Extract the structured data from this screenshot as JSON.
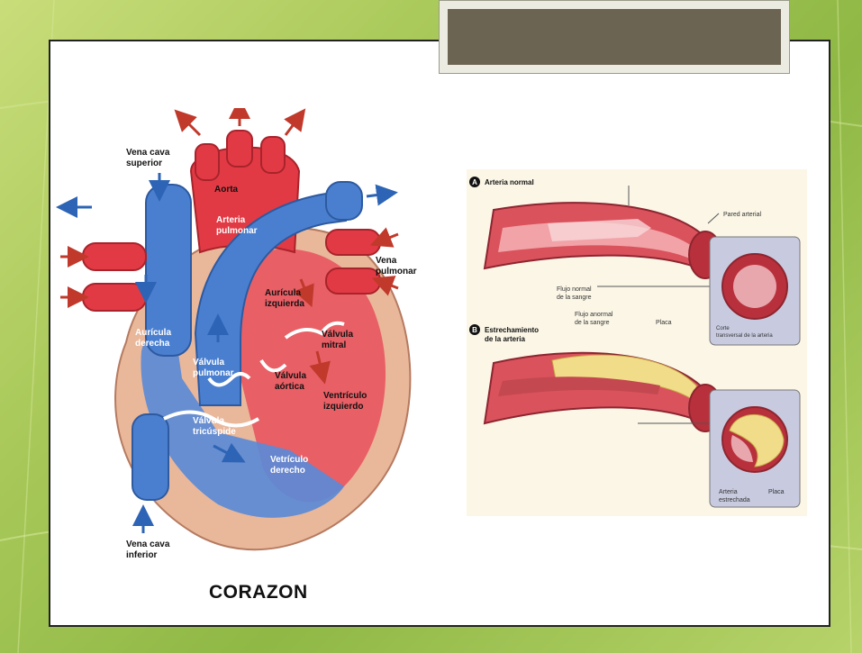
{
  "heart_diagram": {
    "labels": {
      "vena_cava_superior": [
        "Vena cava",
        "superior"
      ],
      "aorta": "Aorta",
      "arteria_pulmonar": [
        "Arteria",
        "pulmonar"
      ],
      "vena_pulmonar": [
        "Vena",
        "pulmonar"
      ],
      "auricula_izquierda": [
        "Aurícula",
        "izquierda"
      ],
      "auricula_derecha": [
        "Aurícula",
        "derecha"
      ],
      "valvula_mitral": [
        "Válvula",
        "mitral"
      ],
      "valvula_pulmonar": [
        "Válvula",
        "pulmonar"
      ],
      "valvula_aortica": [
        "Válvula",
        "aórtica"
      ],
      "ventriculo_izquierdo": [
        "Ventrículo",
        "izquierdo"
      ],
      "valvula_tricuspide": [
        "Válvula",
        "tricúspide"
      ],
      "ventriculo_derecho": [
        "Vetrículo",
        "derecho"
      ],
      "vena_cava_inferior": [
        "Vena cava",
        "inferior"
      ]
    },
    "caption": "CORAZON"
  },
  "artery_diagram": {
    "panel_a_title": "Arteria normal",
    "panel_a_badge": "A",
    "pared_arterial": "Pared arterial",
    "flujo_normal": [
      "Flujo normal",
      "de la sangre"
    ],
    "corte": [
      "Corte",
      "transversal de la arteria"
    ],
    "panel_b_title": [
      "Estrechamiento",
      "de la arteria"
    ],
    "panel_b_badge": "B",
    "flujo_anormal": [
      "Flujo anormal",
      "de la sangre"
    ],
    "placa_top": "Placa",
    "arteria_estrechada": [
      "Arteria",
      "estrechada"
    ],
    "placa_bottom": "Placa"
  },
  "colors": {
    "background_green": "#a9c95a",
    "title_box": "#6b6453",
    "heart_red": "#e23a44",
    "heart_blue": "#4a7fd0",
    "heart_wall": "#e9b79a",
    "artery_red": "#c9353f",
    "plaque": "#f1dc8a"
  }
}
